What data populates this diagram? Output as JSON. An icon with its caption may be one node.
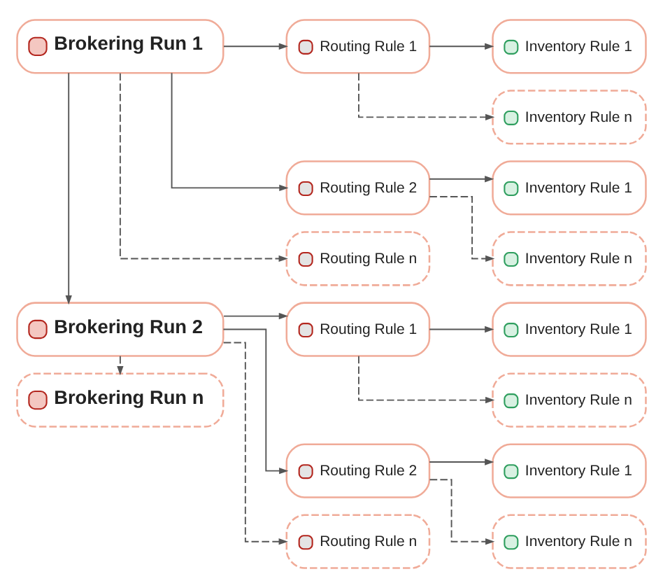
{
  "diagram": {
    "nodes": [
      {
        "text": [
          "Brokering Run 1"
        ]
      },
      {
        "text": [
          "Routing Rule 1"
        ]
      },
      {
        "text": [
          "Inventory Rule 1"
        ]
      },
      {
        "text": [
          "Inventory Rule n"
        ]
      },
      {
        "text": [
          "Routing Rule 2"
        ]
      },
      {
        "text": [
          "Inventory Rule 1"
        ]
      },
      {
        "text": [
          "Inventory Rule n"
        ]
      },
      {
        "text": [
          "Routing Rule n"
        ]
      },
      {
        "text": [
          "Brokering Run 2"
        ]
      },
      {
        "text": [
          "Routing Rule 1"
        ]
      },
      {
        "text": [
          "Inventory Rule 1"
        ]
      },
      {
        "text": [
          "Inventory Rule n"
        ]
      },
      {
        "text": [
          "Routing Rule 2"
        ]
      },
      {
        "text": [
          "Inventory Rule 1"
        ]
      },
      {
        "text": [
          "Inventory Rule n"
        ]
      },
      {
        "text": [
          "Routing Rule n"
        ]
      },
      {
        "text": [
          "Brokering Run n"
        ]
      }
    ],
    "edges": [
      {
        "from": 0,
        "to": 1,
        "arrow": "to"
      },
      {
        "from": 0,
        "to": 4,
        "arrow": "to"
      },
      {
        "from": 0,
        "to": 7,
        "arrow": "to",
        "style": "dashed"
      },
      {
        "from": 1,
        "to": 2,
        "arrow": "to"
      },
      {
        "from": 1,
        "to": 3,
        "arrow": "to",
        "style": "dashed"
      },
      {
        "from": 4,
        "to": 5,
        "arrow": "to"
      },
      {
        "from": 4,
        "to": 6,
        "arrow": "to",
        "style": "dashed"
      },
      {
        "from": 0,
        "to": 8,
        "arrow": "to"
      },
      {
        "from": 8,
        "to": 9,
        "arrow": "to"
      },
      {
        "from": 8,
        "to": 12,
        "arrow": "to"
      },
      {
        "from": 8,
        "to": 15,
        "arrow": "to",
        "style": "dashed"
      },
      {
        "from": 9,
        "to": 10,
        "arrow": "to"
      },
      {
        "from": 9,
        "to": 11,
        "arrow": "to",
        "style": "dashed"
      },
      {
        "from": 12,
        "to": 13,
        "arrow": "to"
      },
      {
        "from": 12,
        "to": 14,
        "arrow": "to",
        "style": "dashed"
      },
      {
        "from": 8,
        "to": 16,
        "arrow": "to",
        "style": "dashed"
      }
    ]
  }
}
